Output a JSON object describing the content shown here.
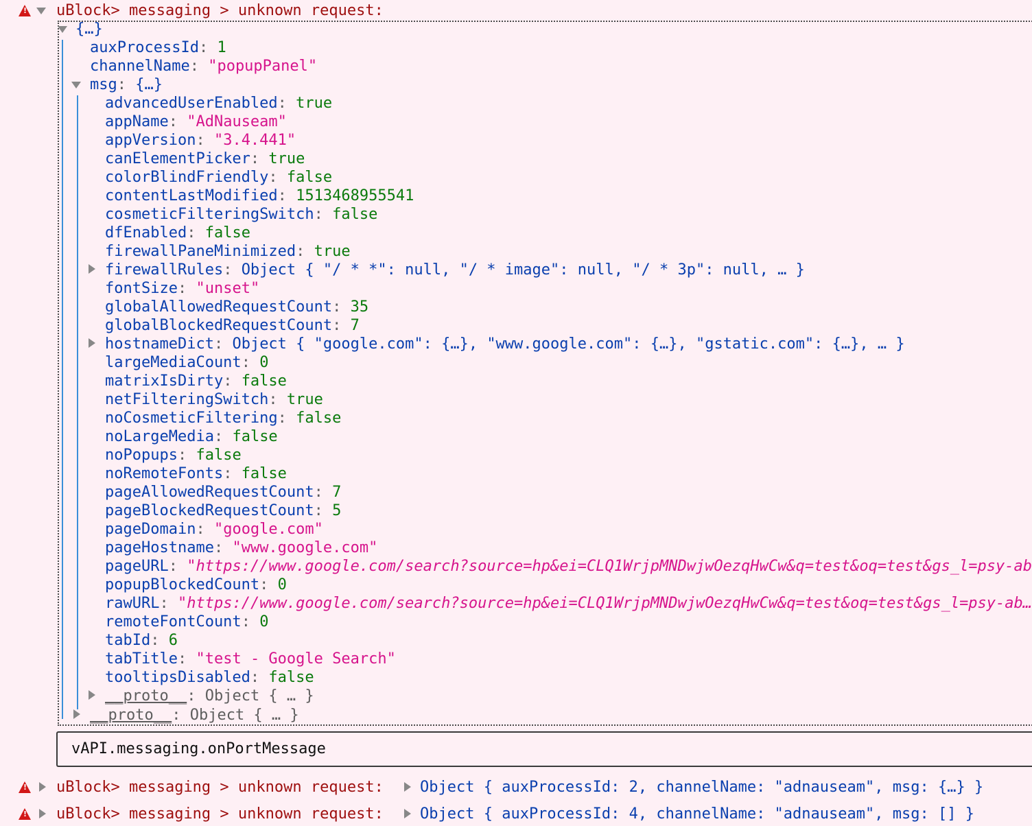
{
  "header": {
    "prefix": "uBlock>",
    "message": "messaging > unknown request:"
  },
  "root_preview": "{…}",
  "root_props": [
    {
      "key": "auxProcessId",
      "value": "1",
      "type": "number"
    },
    {
      "key": "channelName",
      "value": "\"popupPanel\"",
      "type": "string"
    }
  ],
  "msg": {
    "key": "msg",
    "preview": "{…}",
    "props": [
      {
        "key": "advancedUserEnabled",
        "value": "true",
        "type": "bool"
      },
      {
        "key": "appName",
        "value": "\"AdNauseam\"",
        "type": "string"
      },
      {
        "key": "appVersion",
        "value": "\"3.4.441\"",
        "type": "string"
      },
      {
        "key": "canElementPicker",
        "value": "true",
        "type": "bool"
      },
      {
        "key": "colorBlindFriendly",
        "value": "false",
        "type": "bool"
      },
      {
        "key": "contentLastModified",
        "value": "1513468955541",
        "type": "number"
      },
      {
        "key": "cosmeticFilteringSwitch",
        "value": "false",
        "type": "bool"
      },
      {
        "key": "dfEnabled",
        "value": "false",
        "type": "bool"
      },
      {
        "key": "firewallPaneMinimized",
        "value": "true",
        "type": "bool"
      },
      {
        "key": "firewallRules",
        "value": "Object { \"/ * *\": null, \"/ * image\": null, \"/ * 3p\": null, … }",
        "type": "object",
        "expandable": true
      },
      {
        "key": "fontSize",
        "value": "\"unset\"",
        "type": "string"
      },
      {
        "key": "globalAllowedRequestCount",
        "value": "35",
        "type": "number"
      },
      {
        "key": "globalBlockedRequestCount",
        "value": "7",
        "type": "number"
      },
      {
        "key": "hostnameDict",
        "value": "Object { \"google.com\": {…}, \"www.google.com\": {…}, \"gstatic.com\": {…}, … }",
        "type": "object",
        "expandable": true
      },
      {
        "key": "largeMediaCount",
        "value": "0",
        "type": "number"
      },
      {
        "key": "matrixIsDirty",
        "value": "false",
        "type": "bool"
      },
      {
        "key": "netFilteringSwitch",
        "value": "true",
        "type": "bool"
      },
      {
        "key": "noCosmeticFiltering",
        "value": "false",
        "type": "bool"
      },
      {
        "key": "noLargeMedia",
        "value": "false",
        "type": "bool"
      },
      {
        "key": "noPopups",
        "value": "false",
        "type": "bool"
      },
      {
        "key": "noRemoteFonts",
        "value": "false",
        "type": "bool"
      },
      {
        "key": "pageAllowedRequestCount",
        "value": "7",
        "type": "number"
      },
      {
        "key": "pageBlockedRequestCount",
        "value": "5",
        "type": "number"
      },
      {
        "key": "pageDomain",
        "value": "\"google.com\"",
        "type": "string"
      },
      {
        "key": "pageHostname",
        "value": "\"www.google.com\"",
        "type": "string"
      },
      {
        "key": "pageURL",
        "value": "\"https://www.google.com/search?source=hp&ei=CLQ1WrjpMNDwjwOezqHwCw&q=test&oq=test&gs_l=psy-ab",
        "type": "url"
      },
      {
        "key": "popupBlockedCount",
        "value": "0",
        "type": "number"
      },
      {
        "key": "rawURL",
        "value": "\"https://www.google.com/search?source=hp&ei=CLQ1WrjpMNDwjwOezqHwCw&q=test&oq=test&gs_l=psy-ab…",
        "type": "url"
      },
      {
        "key": "remoteFontCount",
        "value": "0",
        "type": "number"
      },
      {
        "key": "tabId",
        "value": "6",
        "type": "number"
      },
      {
        "key": "tabTitle",
        "value": "\"test - Google Search\"",
        "type": "string"
      },
      {
        "key": "tooltipsDisabled",
        "value": "false",
        "type": "bool"
      },
      {
        "key": "__proto__",
        "value": "Object { … }",
        "type": "proto",
        "expandable": true
      }
    ]
  },
  "root_proto": {
    "key": "__proto__",
    "value": "Object { … }"
  },
  "stack_trace": "vAPI.messaging.onPortMessage",
  "collapsed_entries": [
    {
      "prefix": "uBlock>",
      "message": "messaging > unknown request:",
      "summary": "Object { auxProcessId: 2, channelName: \"adnauseam\", msg: {…} }"
    },
    {
      "prefix": "uBlock>",
      "message": "messaging > unknown request:",
      "summary": "Object { auxProcessId: 4, channelName: \"adnauseam\", msg: [] }"
    }
  ],
  "colors": {
    "key": "#0a3fae",
    "string": "#d6148c",
    "number": "#0a7a0c",
    "bool": "#0a7a0c",
    "header": "#9e0f0f",
    "warning": "#d21818",
    "guide": "#3a8fd9",
    "background": "#fef0f5"
  }
}
